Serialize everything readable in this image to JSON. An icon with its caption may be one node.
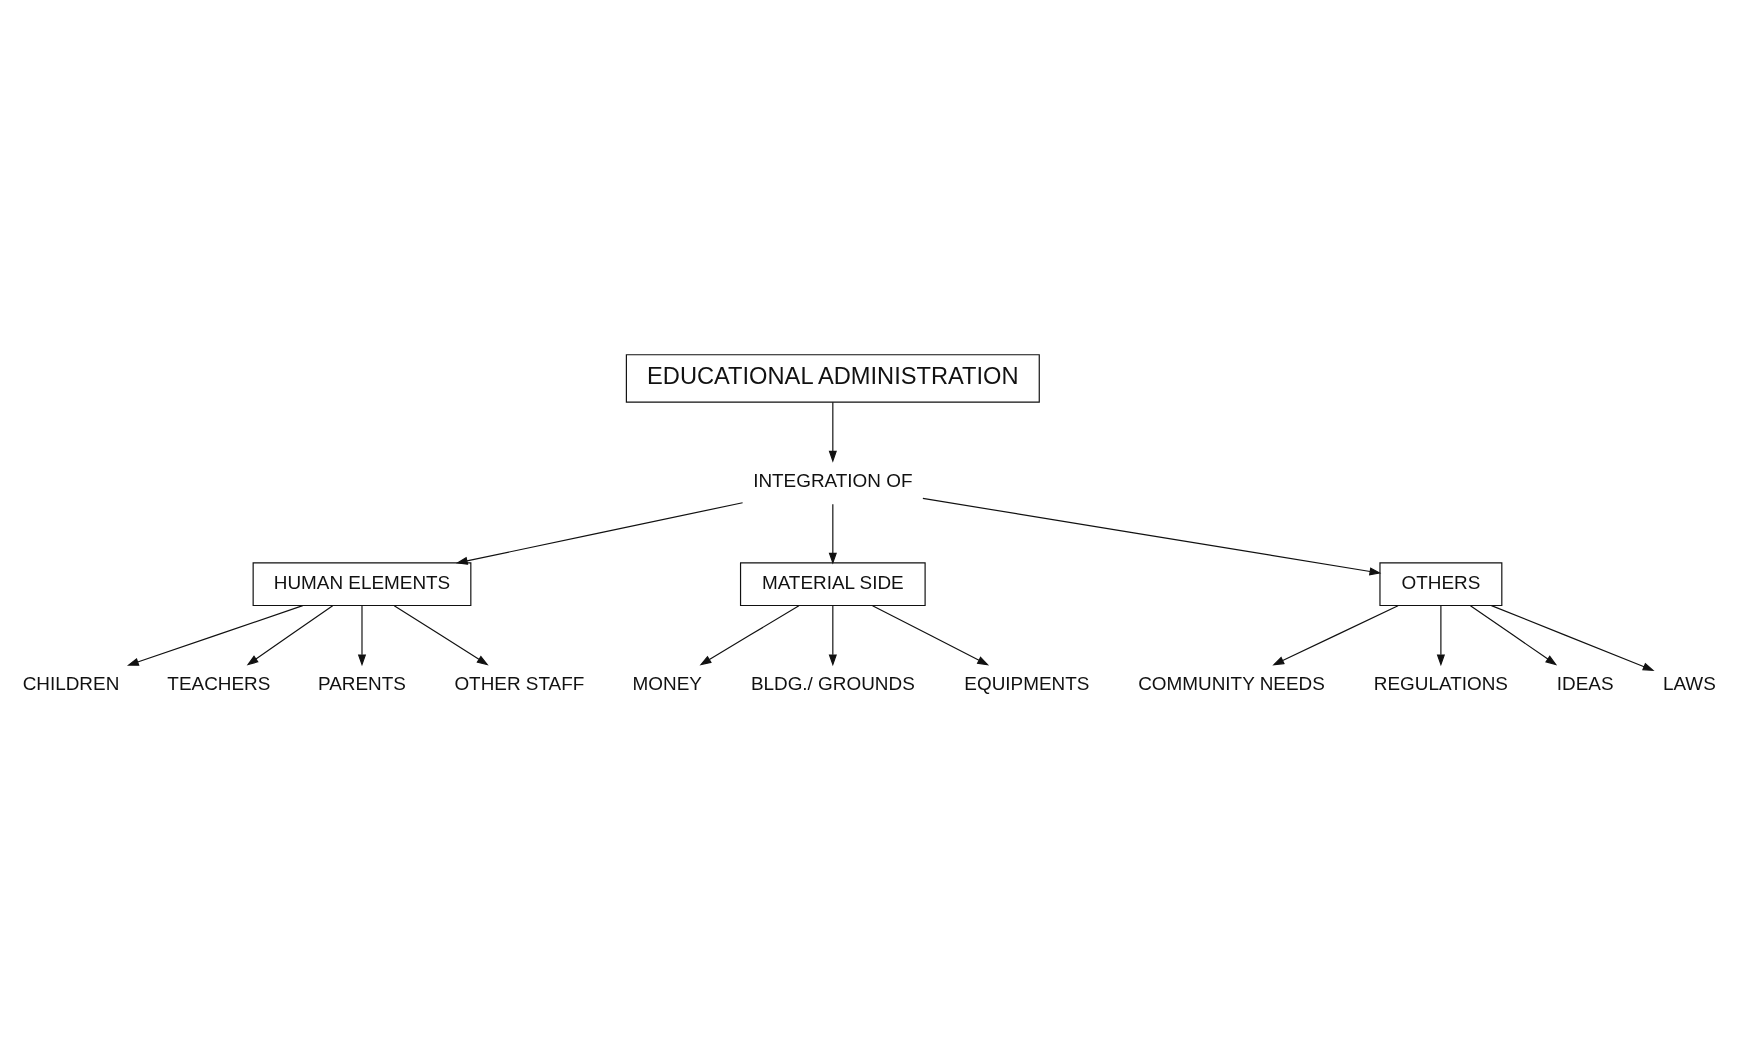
{
  "diagram": {
    "nodes": [
      {
        "text": [
          "EDUCATIONAL ADMINISTRATION"
        ]
      },
      {
        "text": [
          "INTEGRATION OF"
        ]
      },
      {
        "text": [
          "HUMAN ELEMENTS"
        ]
      },
      {
        "text": [
          "MATERIAL SIDE"
        ]
      },
      {
        "text": [
          "OTHERS"
        ]
      },
      {
        "text": [
          "CHILDREN"
        ]
      },
      {
        "text": [
          "TEACHERS"
        ]
      },
      {
        "text": [
          "PARENTS"
        ]
      },
      {
        "text": [
          "OTHER STAFF"
        ]
      },
      {
        "text": [
          "MONEY"
        ]
      },
      {
        "text": [
          "BLDG./ GROUNDS"
        ]
      },
      {
        "text": [
          "EQUIPMENTS"
        ]
      },
      {
        "text": [
          "COMMUNITY NEEDS"
        ]
      },
      {
        "text": [
          "REGULATIONS"
        ]
      },
      {
        "text": [
          "IDEAS"
        ]
      },
      {
        "text": [
          "LAWS"
        ]
      }
    ],
    "edges": [
      {
        "from": 0,
        "to": 1,
        "arrow": "to"
      },
      {
        "from": 1,
        "to": 2,
        "arrow": "to"
      },
      {
        "from": 1,
        "to": 3,
        "arrow": "to"
      },
      {
        "from": 1,
        "to": 4,
        "arrow": "to"
      },
      {
        "from": 2,
        "to": 5,
        "arrow": "to"
      },
      {
        "from": 2,
        "to": 6,
        "arrow": "to"
      },
      {
        "from": 2,
        "to": 7,
        "arrow": "to"
      },
      {
        "from": 2,
        "to": 8,
        "arrow": "to"
      },
      {
        "from": 3,
        "to": 9,
        "arrow": "to"
      },
      {
        "from": 3,
        "to": 10,
        "arrow": "to"
      },
      {
        "from": 3,
        "to": 11,
        "arrow": "to"
      },
      {
        "from": 4,
        "to": 12,
        "arrow": "to"
      },
      {
        "from": 4,
        "to": 13,
        "arrow": "to"
      },
      {
        "from": 4,
        "to": 14,
        "arrow": "to"
      },
      {
        "from": 4,
        "to": 15,
        "arrow": "to"
      }
    ]
  }
}
